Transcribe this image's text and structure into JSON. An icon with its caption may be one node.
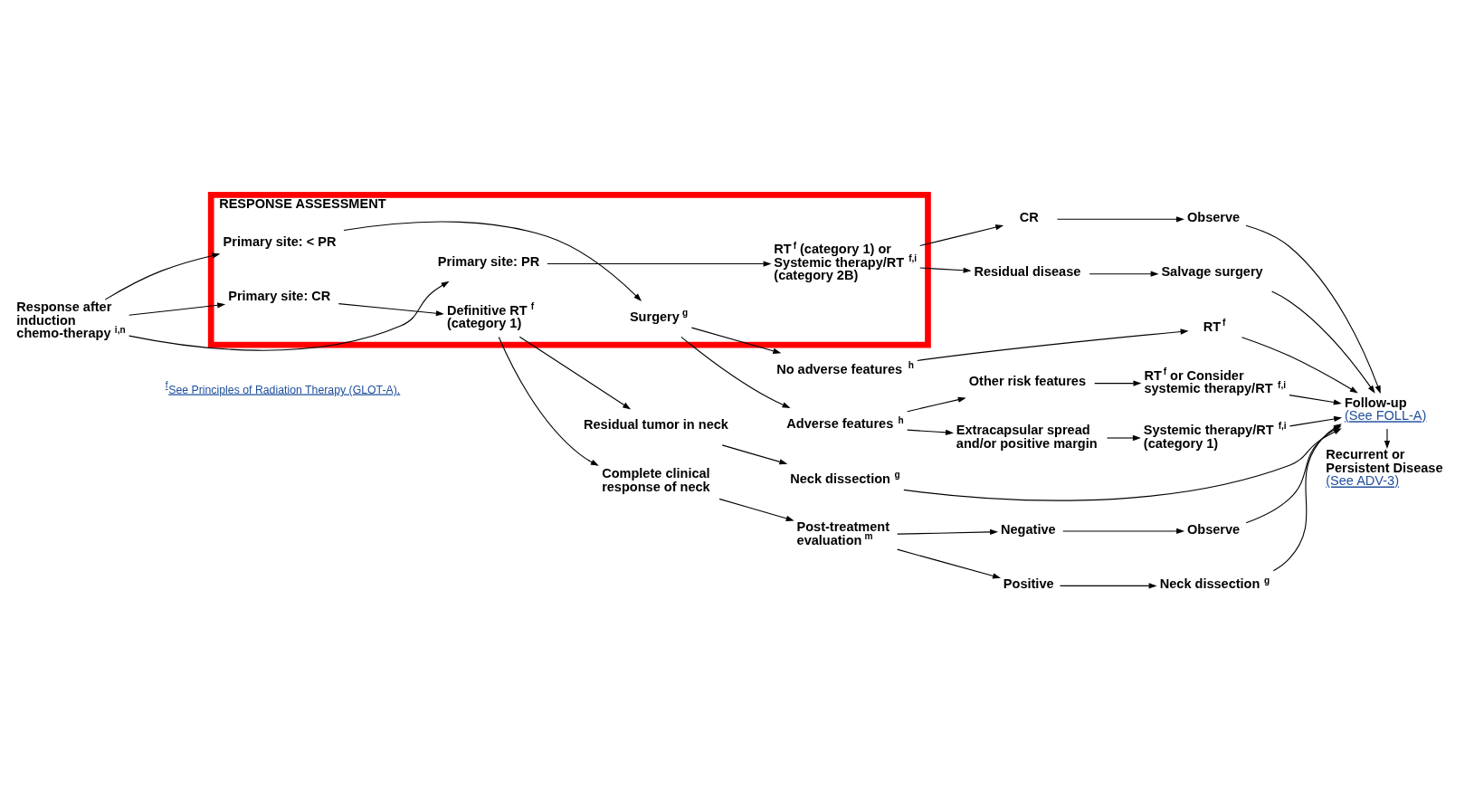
{
  "diagram": {
    "nodes": [
      {
        "text": [
          "Response after induction chemo-therapy$^{i,n}$"
        ]
      },
      {
        "text": [
          "RESPONSE ASSESSMENT"
        ]
      },
      {
        "text": [
          "Primary site: CR"
        ],
        "in": 1
      },
      {
        "text": [
          "Definitive RT$^{f}$ (category 1)"
        ],
        "in": 1
      },
      {
        "text": [
          "Primary site: PR"
        ],
        "in": 1
      },
      {
        "text": [
          "RT$^{f}$ (category 1) or Systemic therapy/RT$^{f,i}$ (category 2B)"
        ],
        "in": 1
      },
      {
        "text": [
          "Primary site: < PR"
        ],
        "in": 1
      },
      {
        "text": [
          "Surgery$^{g}$"
        ],
        "in": 1
      },
      {
        "text": [
          "Residual tumor in neck"
        ]
      },
      {
        "text": [
          "Neck dissection$^{g}$"
        ]
      },
      {
        "text": [
          "Complete clinical response of neck"
        ]
      },
      {
        "text": [
          "Post-treatment evaluation$^{m}$"
        ]
      },
      {
        "text": [
          "Negative"
        ]
      },
      {
        "text": [
          "Observe"
        ]
      },
      {
        "text": [
          "Positive"
        ]
      },
      {
        "text": [
          "Neck dissection$^{g}$"
        ]
      },
      {
        "text": [
          "CR"
        ]
      },
      {
        "text": [
          "Observe"
        ]
      },
      {
        "text": [
          "Residual disease"
        ]
      },
      {
        "text": [
          "Salvage surgery"
        ]
      },
      {
        "text": [
          "No adverse features$^{h}$"
        ]
      },
      {
        "text": [
          "RT$^{f}$"
        ]
      },
      {
        "text": [
          "Adverse features$^{h}$"
        ]
      },
      {
        "text": [
          "Extracapsular spread and/or positive margin"
        ]
      },
      {
        "text": [
          "Systemic therapy/RT$^{f,i}$ (category 1)"
        ]
      },
      {
        "text": [
          "Other risk features"
        ]
      },
      {
        "text": [
          "RT$^{f}$ or Consider systemic therapy/RT$^{f,i}$"
        ]
      },
      {
        "text": [
          "Follow-up",
          "(See FOLL-A)"
        ]
      },
      {
        "text": [
          "Recurrent or Persistent Disease",
          "(See ADV-3)"
        ]
      }
    ],
    "edges": [
      {
        "from": 0,
        "to": 2,
        "arrow": "to"
      },
      {
        "from": 0,
        "to": 4,
        "arrow": "to"
      },
      {
        "from": 0,
        "to": 6,
        "arrow": "to"
      },
      {
        "from": 2,
        "to": 3,
        "arrow": "to"
      },
      {
        "from": 4,
        "to": 5,
        "arrow": "to"
      },
      {
        "from": 6,
        "to": 7,
        "arrow": "to"
      },
      {
        "from": 3,
        "to": 8,
        "arrow": "to"
      },
      {
        "from": 3,
        "to": 10,
        "arrow": "to"
      },
      {
        "from": 8,
        "to": 9,
        "arrow": "to"
      },
      {
        "from": 10,
        "to": 11,
        "arrow": "to"
      },
      {
        "from": 11,
        "to": 12,
        "arrow": "to"
      },
      {
        "from": 11,
        "to": 14,
        "arrow": "to"
      },
      {
        "from": 12,
        "to": 13,
        "arrow": "to"
      },
      {
        "from": 14,
        "to": 15,
        "arrow": "to"
      },
      {
        "from": 5,
        "to": 16,
        "arrow": "to"
      },
      {
        "from": 5,
        "to": 18,
        "arrow": "to"
      },
      {
        "from": 16,
        "to": 17,
        "arrow": "to"
      },
      {
        "from": 18,
        "to": 19,
        "arrow": "to"
      },
      {
        "from": 7,
        "to": 20,
        "arrow": "to"
      },
      {
        "from": 7,
        "to": 22,
        "arrow": "to"
      },
      {
        "from": 20,
        "to": 21,
        "arrow": "to"
      },
      {
        "from": 22,
        "to": 23,
        "arrow": "to"
      },
      {
        "from": 22,
        "to": 25,
        "arrow": "to"
      },
      {
        "from": 23,
        "to": 24,
        "arrow": "to"
      },
      {
        "from": 25,
        "to": 26,
        "arrow": "to"
      },
      {
        "from": 9,
        "to": 27,
        "arrow": "to"
      },
      {
        "from": 13,
        "to": 27,
        "arrow": "to"
      },
      {
        "from": 15,
        "to": 27,
        "arrow": "to"
      },
      {
        "from": 17,
        "to": 27,
        "arrow": "to"
      },
      {
        "from": 19,
        "to": 27,
        "arrow": "to"
      },
      {
        "from": 21,
        "to": 27,
        "arrow": "to"
      },
      {
        "from": 24,
        "to": 27,
        "arrow": "to"
      },
      {
        "from": 26,
        "to": 27,
        "arrow": "to"
      },
      {
        "from": 27,
        "to": 28,
        "arrow": "to"
      }
    ],
    "labels": [
      "$^{f}$See Principles of Radiation Therapy (GLOT-A)."
    ]
  }
}
